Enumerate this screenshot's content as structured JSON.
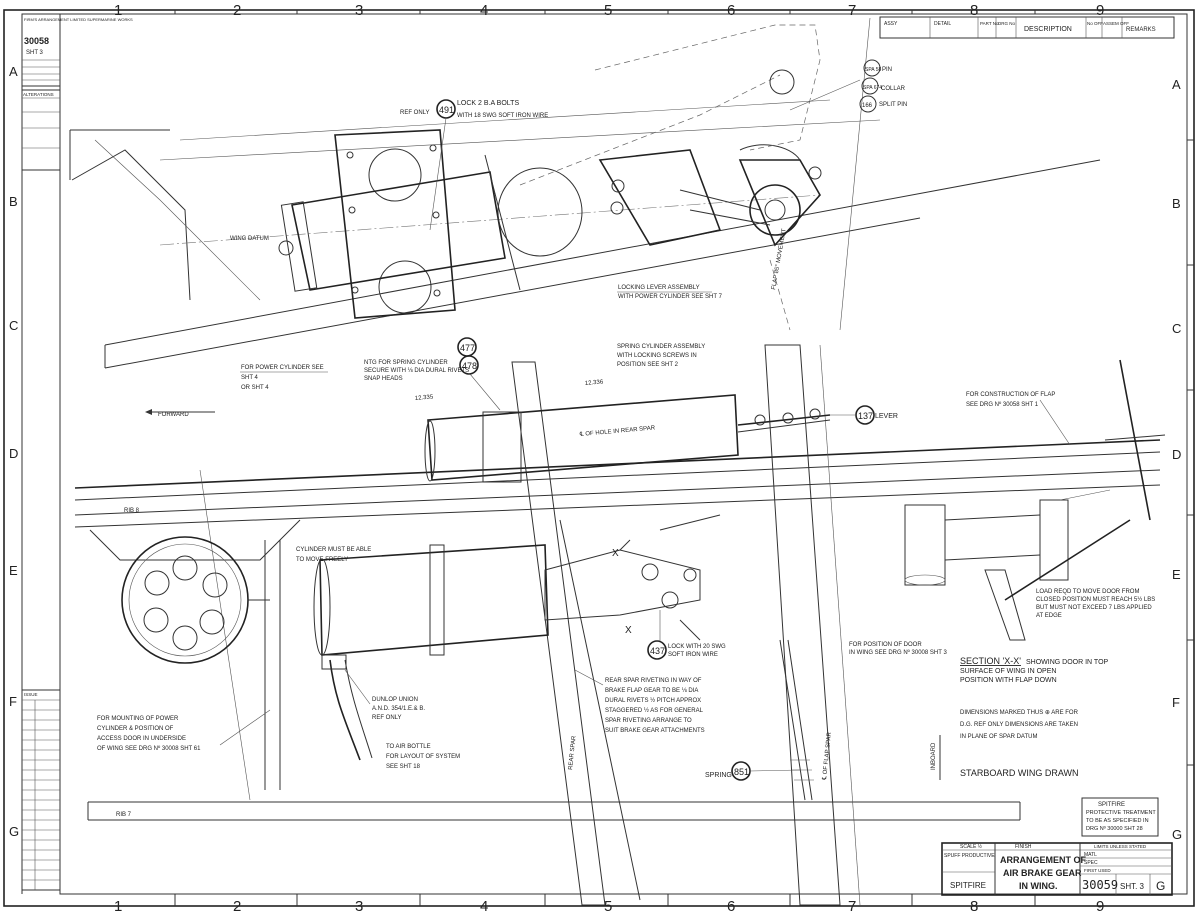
{
  "border": {
    "col_labels": [
      "1",
      "2",
      "3",
      "4",
      "5",
      "6",
      "7",
      "8",
      "9"
    ],
    "row_labels": [
      "A",
      "B",
      "C",
      "D",
      "E",
      "F",
      "G"
    ]
  },
  "left_strip": {
    "firm": "FIRM'S ARRANGEMENT LIMITED SUPERMARINE WORKS",
    "drawing_no": "30058",
    "sheet": "SHT 3",
    "alterations_heading": "ALTERATIONS",
    "issue_heading": "ISSUE"
  },
  "revision_table": {
    "headers": [
      "ASSY",
      "DETAIL",
      "PART No",
      "DRG No",
      "DESCRIPTION",
      "No OFF",
      "ASSEM OFF",
      "REMARKS"
    ]
  },
  "callouts": {
    "b491": "491",
    "b491_text_1": "LOCK 2 B.A BOLTS",
    "b491_text_2": "WITH 18 SWG SOFT IRON WIRE",
    "b491_ref": "REF ONLY",
    "pin_ref": "SPA 58",
    "pin_label": "PIN",
    "collar_ref": "SPA 674",
    "collar_label": "COLLAR",
    "split_pin_ref": "166",
    "split_pin_label": "SPLIT PIN",
    "b477": "477",
    "b478": "478",
    "b478_text_1": "NTG FOR SPRING CYLINDER",
    "b478_text_2": "SECURE WITH ⅛ DIA DURAL RIVETS",
    "b478_text_3": "SNAP HEADS",
    "b137": "137",
    "b137_label": "LEVER",
    "b437": "437",
    "b437_text_1": "LOCK WITH 20 SWG",
    "b437_text_2": "SOFT IRON WIRE",
    "b851": "851",
    "b851_label": "SPRING"
  },
  "notes": {
    "wing_datum": "WING DATUM",
    "locking_lever_1": "LOCKING LEVER ASSEMBLY",
    "locking_lever_2": "WITH POWER CYLINDER SEE SHT 7",
    "flap_movement": "FLAP 85° MOVEMENT",
    "power_cyl_1": "FOR POWER CYLINDER SEE",
    "power_cyl_2": "SHT 4",
    "power_cyl_3": "OR SHT 4",
    "spring_cyl_1": "SPRING CYLINDER ASSEMBLY",
    "spring_cyl_2": "WITH LOCKING SCREWS IN",
    "spring_cyl_3": "POSITION SEE SHT 2",
    "dim_1": "12.335",
    "dim_2": "12.336",
    "cl_hole": "℄ OF HOLE IN REAR SPAR",
    "flap_construct_1": "FOR CONSTRUCTION OF FLAP",
    "flap_construct_2": "SEE DRG Nº 30058 SHT 1",
    "forward": "FORWARD",
    "rib8": "RIB 8",
    "rib7": "RIB 7",
    "cyl_free_1": "CYLINDER MUST BE ABLE",
    "cyl_free_2": "TO MOVE FREELY",
    "load_1": "LOAD REQD TO MOVE DOOR FROM",
    "load_2": "CLOSED POSITION MUST REACH 5½ LBS",
    "load_3": "BUT MUST NOT EXCEED 7 LBS APPLIED",
    "load_4": "AT EDGE",
    "door_pos_1": "FOR POSITION OF DOOR",
    "door_pos_2": "IN WING SEE DRG Nº 30008 SHT 3",
    "section_1": "SECTION 'X-X'",
    "section_2": "SHOWING DOOR IN TOP",
    "section_3": "SURFACE OF WING IN OPEN",
    "section_4": "POSITION WITH FLAP DOWN",
    "section_marker": "X",
    "rivet_1": "REAR SPAR RIVETING IN WAY OF",
    "rivet_2": "BRAKE FLAP GEAR TO BE ⅛ DIA",
    "rivet_3": "DURAL RIVETS ½ PITCH APPROX",
    "rivet_4": "STAGGERED ½ AS FOR GENERAL",
    "rivet_5": "SPAR RIVETING ARRANGE TO",
    "rivet_6": "SUIT BRAKE GEAR ATTACHMENTS",
    "dunlop_1": "DUNLOP UNION",
    "dunlop_2": "A.N.D. 354/1.E.& B.",
    "dunlop_3": "REF ONLY",
    "bottle_1": "TO AIR BOTTLE",
    "bottle_2": "FOR LAYOUT OF SYSTEM",
    "bottle_3": "SEE SHT 18",
    "mount_1": "FOR MOUNTING OF POWER",
    "mount_2": "CYLINDER & POSITION OF",
    "mount_3": "ACCESS DOOR IN UNDERSIDE",
    "mount_4": "OF WING SEE DRG Nº 30008 SHT 61",
    "dims_1": "DIMENSIONS MARKED THUS ⊕ ARE FOR",
    "dims_2": "D.G. REF ONLY DIMENSIONS ARE TAKEN",
    "dims_3": "IN PLANE OF SPAR DATUM",
    "starboard": "STARBOARD WING DRAWN",
    "rear_spar": "REAR SPAR",
    "flap_spar": "℄ OF FLAP SPAR",
    "inboard": "INBOARD",
    "protect_1": "SPITFIRE",
    "protect_2": "PROTECTIVE TREATMENT",
    "protect_3": "TO BE AS SPECIFIED IN",
    "protect_4": "DRG Nº 30000 SHT 28"
  },
  "title_block": {
    "scale": "SCALE ½",
    "finish": "FINISH",
    "limits": "LIMITS UNLESS STATED",
    "firm": "SPUFF PRODUCTIVE",
    "title_1": "ARRANGEMENT OF",
    "title_2": "AIR BRAKE GEAR",
    "title_3": "IN WING.",
    "aircraft": "SPITFIRE",
    "matl": "MATL",
    "spec": "SPEC",
    "first_used": "FIRST USED",
    "drawing_no": "30059",
    "sheet": "SHT. 3",
    "issue": "G"
  }
}
